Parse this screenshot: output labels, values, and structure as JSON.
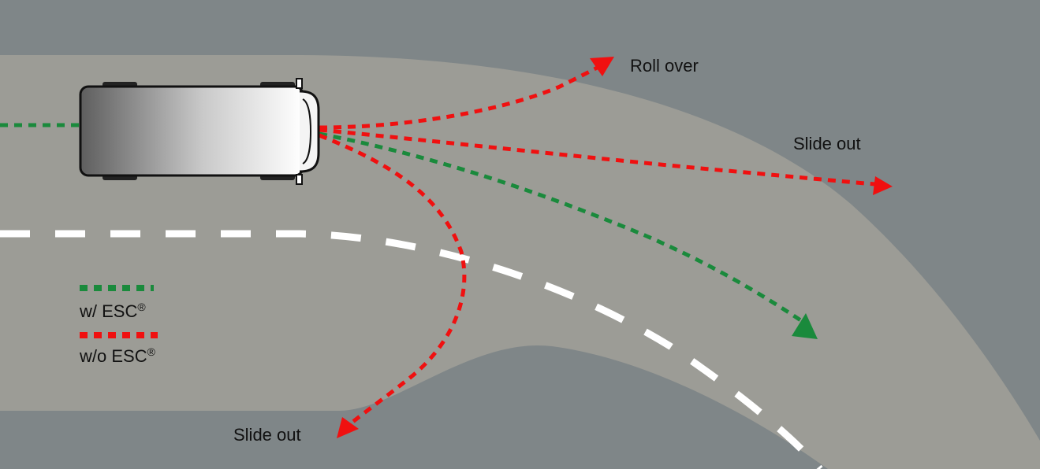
{
  "colors": {
    "background": "#7f8688",
    "road": "#9c9c96",
    "lane_marking": "#ffffff",
    "with_esc": "#1a8a3c",
    "without_esc": "#f01010",
    "vehicle_outline": "#111111"
  },
  "labels": {
    "roll_over": "Roll over",
    "slide_out_right": "Slide out",
    "slide_out_bottom": "Slide out"
  },
  "legend": {
    "with_esc": {
      "text": "w/ ESC",
      "mark": "®"
    },
    "without_esc": {
      "text": "w/o ESC",
      "mark": "®"
    }
  }
}
